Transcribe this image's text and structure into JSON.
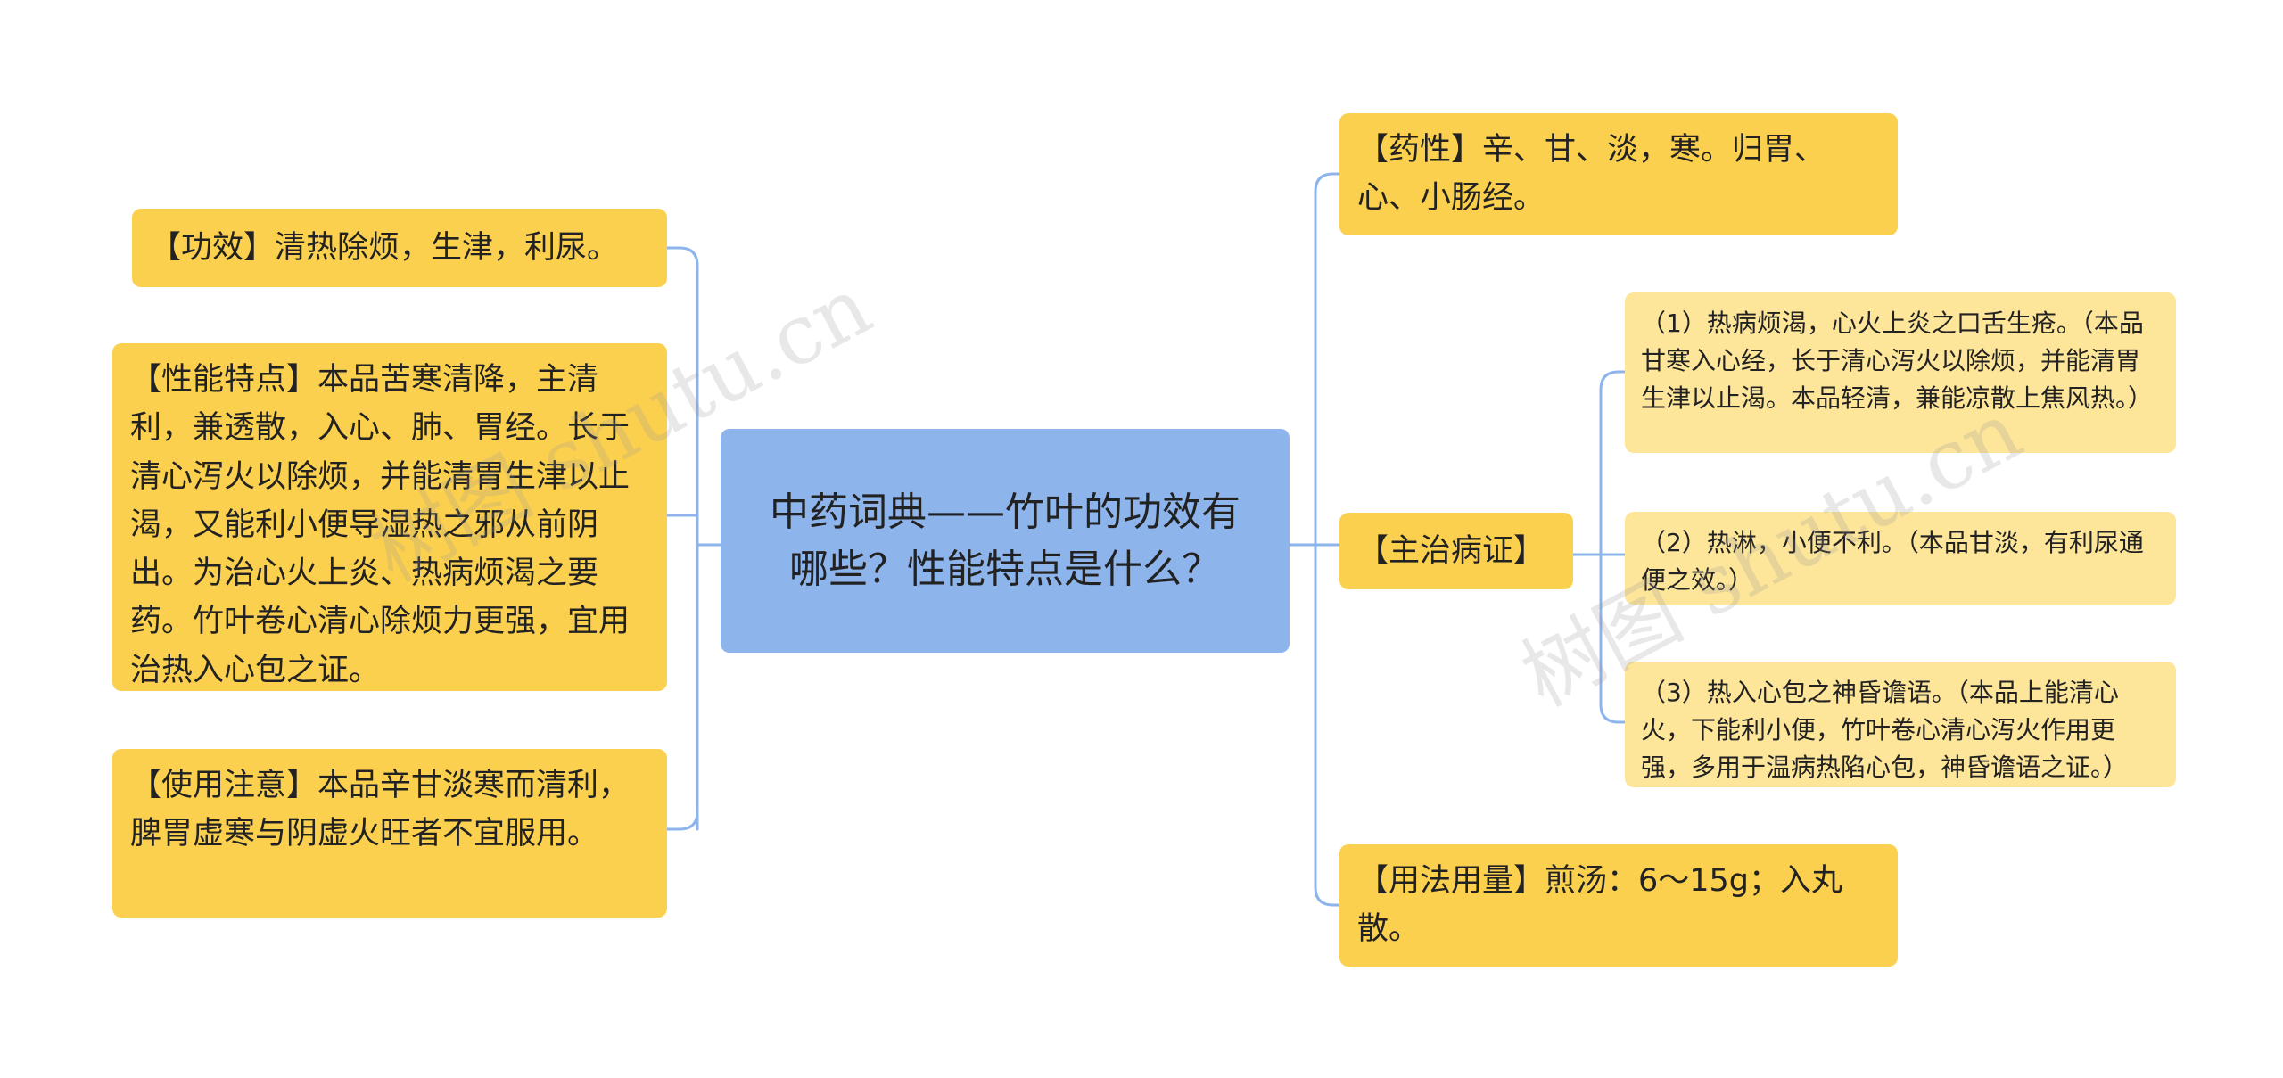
{
  "center": "中药词典——竹叶的功效有哪些？性能特点是什么？",
  "left_nodes": [
    "【功效】清热除烦，生津，利尿。",
    "【性能特点】本品苦寒清降，主清利，兼透散，入心、肺、胃经。长于清心泻火以除烦，并能清胃生津以止渴，又能利小便导湿热之邪从前阴出。为治心火上炎、热病烦渴之要药。竹叶卷心清心除烦力更强，宜用治热入心包之证。",
    "【使用注意】本品辛甘淡寒而清利，脾胃虚寒与阴虚火旺者不宜服用。"
  ],
  "right_nodes": [
    "【药性】辛、甘、淡，寒。归胃、心、小肠经。",
    "【主治病证】",
    "【用法用量】煎汤：6～15g；入丸散。"
  ],
  "sub_nodes": [
    "（1）热病烦渴，心火上炎之口舌生疮。（本品甘寒入心经，长于清心泻火以除烦，并能清胃生津以止渴。本品轻清，兼能凉散上焦风热。）",
    "（2）热淋，小便不利。（本品甘淡，有利尿通便之效。）",
    "（3）热入心包之神昏谵语。（本品上能清心火，下能利小便，竹叶卷心清心泻火作用更强，多用于温病热陷心包，神昏谵语之证。）"
  ],
  "watermarks": [
    "树图 shutu.cn",
    "树图 shutu.cn"
  ],
  "colors": {
    "center_bg": "#8eb4ec",
    "main_bg": "#fcd04f",
    "sub_bg": "#fde59a",
    "connector": "#8eb4ec"
  }
}
